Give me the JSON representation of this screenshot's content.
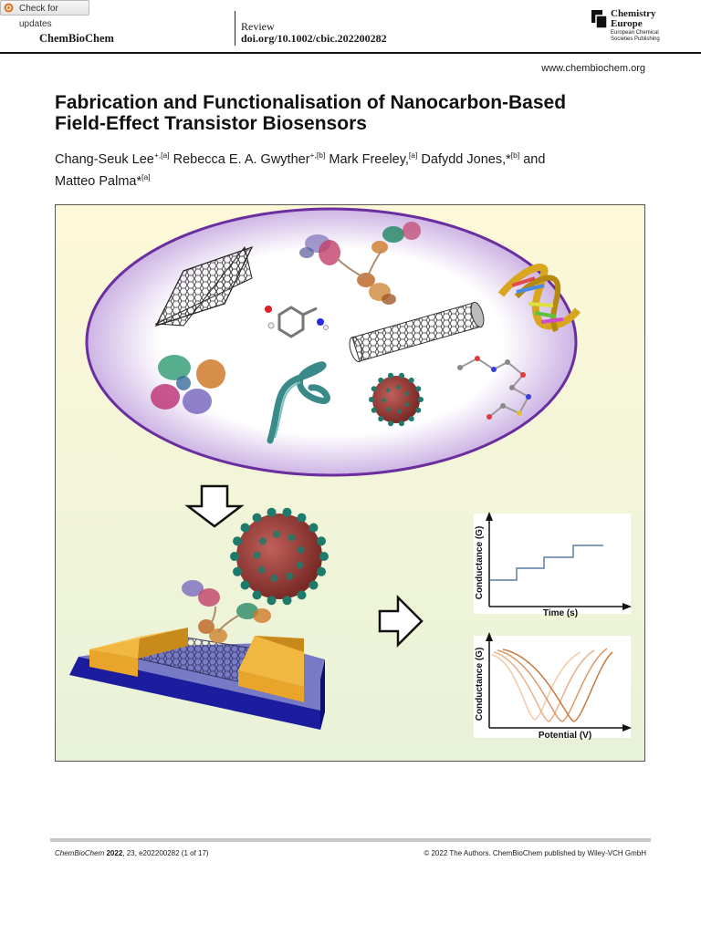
{
  "check_updates": {
    "label": "Check for updates"
  },
  "header": {
    "journal": "ChemBioChem",
    "article_type": "Review",
    "doi": "doi.org/10.1002/cbic.202200282",
    "publisher_logo": {
      "line1": "Chemistry",
      "line2": "Europe",
      "sub1": "European Chemical",
      "sub2": "Societies Publishing"
    },
    "website": "www.chembiochem.org"
  },
  "article": {
    "title_line1": "Fabrication and Functionalisation of Nanocarbon-Based",
    "title_line2": "Field-Effect Transistor Biosensors",
    "authors": [
      {
        "name": "Chang-Seuk Lee",
        "sup": "+,[a]",
        "sep": " "
      },
      {
        "name": "Rebecca E. A. Gwyther",
        "sup": "+,[b]",
        "sep": " "
      },
      {
        "name": "Mark Freeley,",
        "sup": "[a]",
        "sep": " "
      },
      {
        "name": "Dafydd Jones,*",
        "sup": "[b]",
        "sep": " and "
      },
      {
        "name": "Matteo Palma*",
        "sup": "[a]",
        "sep": ""
      }
    ]
  },
  "figure": {
    "colors": {
      "ellipse_border": "#6b2e9e",
      "bg_top": "#fdf8d8",
      "bg_bottom": "#e8f2d8",
      "electrode": "#e8a52a",
      "substrate": "#1c1c9e",
      "virus": "#9c3c36",
      "spike": "#1e7a6a",
      "curve": "#d98c4a",
      "step": "#5a7fa6"
    },
    "plot1": {
      "ylabel": "Conductance (G)",
      "xlabel": "Time (s)"
    },
    "plot2": {
      "ylabel": "Conductance (G)",
      "xlabel": "Potential (V)"
    }
  },
  "footer": {
    "journal": "ChemBioChem",
    "year": "2022",
    "citation": ", 23, e202200282 (1 of 17)",
    "copyright": "© 2022 The Authors. ChemBioChem published by Wiley-VCH GmbH"
  }
}
